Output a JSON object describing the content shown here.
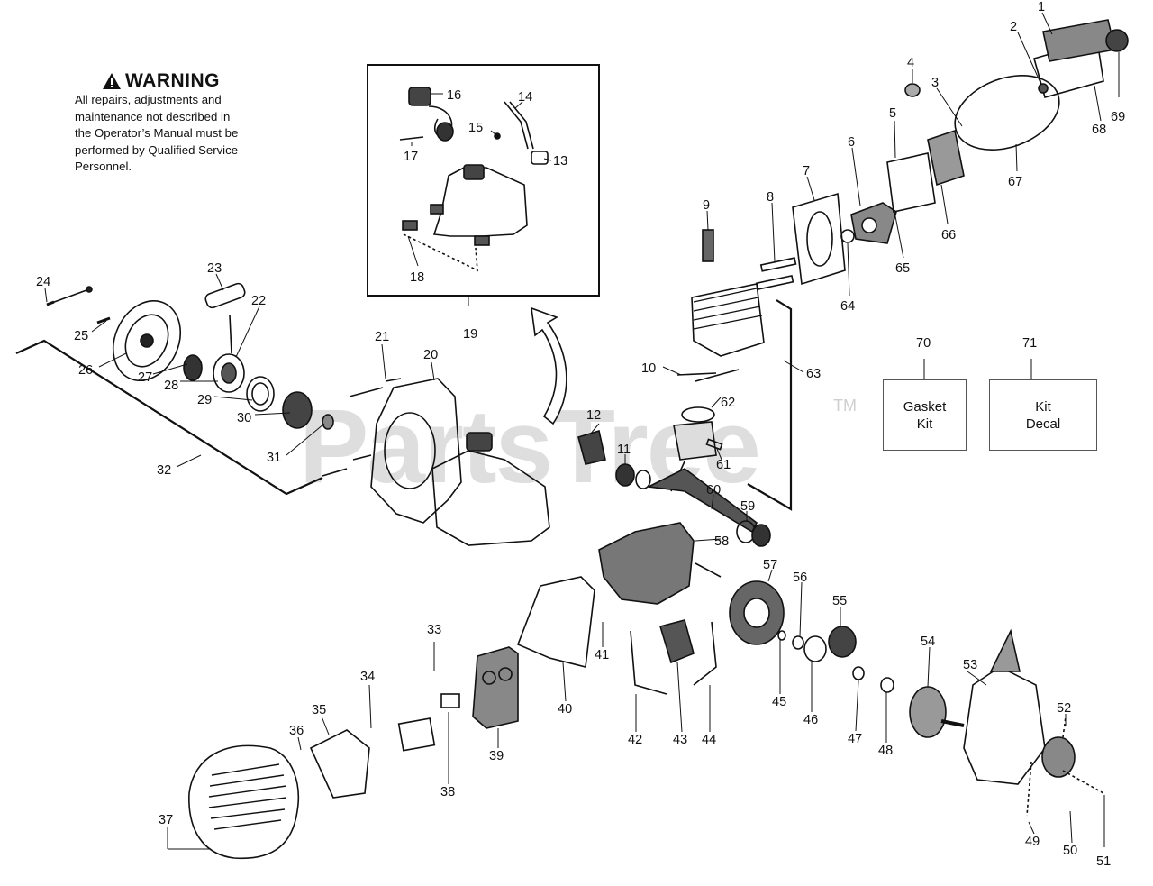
{
  "warning": {
    "title": "WARNING",
    "lines": [
      "All repairs, adjustments and",
      "maintenance not described in",
      "the Operator’s Manual must be",
      "performed by Qualified Service",
      "Personnel."
    ]
  },
  "watermark": {
    "text": "PartsTree",
    "tm": "TM"
  },
  "boxes": {
    "gasket_kit": "Gasket\nKit",
    "kit_decal": "Kit\nDecal"
  },
  "callouts": [
    "1",
    "2",
    "3",
    "4",
    "5",
    "6",
    "7",
    "8",
    "9",
    "10",
    "11",
    "12",
    "13",
    "14",
    "15",
    "16",
    "17",
    "18",
    "19",
    "20",
    "21",
    "22",
    "23",
    "24",
    "25",
    "26",
    "27",
    "28",
    "29",
    "30",
    "31",
    "32",
    "33",
    "34",
    "35",
    "36",
    "37",
    "38",
    "39",
    "40",
    "41",
    "42",
    "43",
    "44",
    "45",
    "46",
    "47",
    "48",
    "49",
    "50",
    "51",
    "52",
    "53",
    "54",
    "55",
    "56",
    "57",
    "58",
    "59",
    "60",
    "61",
    "62",
    "63",
    "64",
    "65",
    "66",
    "67",
    "68",
    "69",
    "70",
    "71"
  ]
}
